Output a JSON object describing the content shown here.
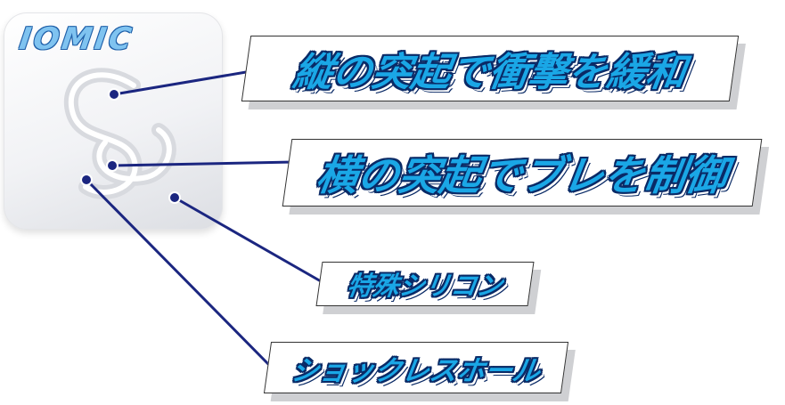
{
  "logo": {
    "text": "IOMIC"
  },
  "callouts": {
    "vertical_ribs": "縦の突起で衝撃を緩和",
    "horizontal_ribs": "横の突起でブレを制御",
    "special_silicone": "特殊シリコン",
    "shockless_hole": "ショックレスホール"
  },
  "colors": {
    "label_text": "#1aa7e6",
    "label_outline": "#0a2a66",
    "leader_line": "#1b2680",
    "logo_fill": "#7fc3f0"
  }
}
